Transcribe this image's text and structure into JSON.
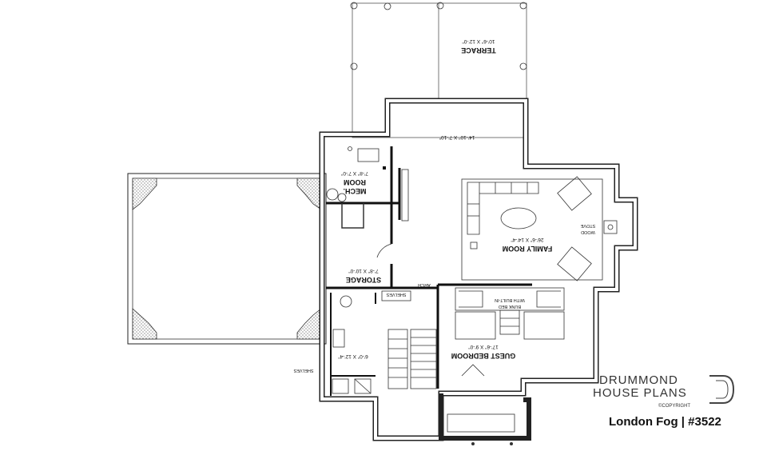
{
  "rooms": {
    "terrace": {
      "name": "TERRACE",
      "dims": "10'-6\" X 12'-0\""
    },
    "open_area": {
      "dims": "14'-10\" X 7'-10\""
    },
    "mech_room": {
      "name_line1": "MECH.",
      "name_line2": "ROOM",
      "dims": "7'-8\" X 7'-0\""
    },
    "family_room": {
      "name": "FAMILY ROOM",
      "dims": "26'-6\" X 14'-4\""
    },
    "wood_stove": {
      "line1": "WOOD",
      "line2": "STOVE"
    },
    "storage": {
      "name": "STORAGE",
      "dims": "7'-8\" X 10'-0\""
    },
    "arch": "ARCH",
    "shelves_inner": "SHELVES",
    "shelves_outer": "SHELVES",
    "bunk_bed": {
      "line1": "BUNK BED",
      "line2": "WITH BUILT-IN"
    },
    "guest_bedroom": {
      "name": "GUEST BEDROOM",
      "dims": "17'-6\" X 9'-0\""
    },
    "bath": {
      "dims": "6'-0\" X 12'-4\""
    }
  },
  "branding": {
    "line1": "DRUMMOND",
    "line2": "HOUSE PLANS",
    "copyright": "©COPYRIGHT",
    "plan_title": "London Fog | #3522"
  }
}
